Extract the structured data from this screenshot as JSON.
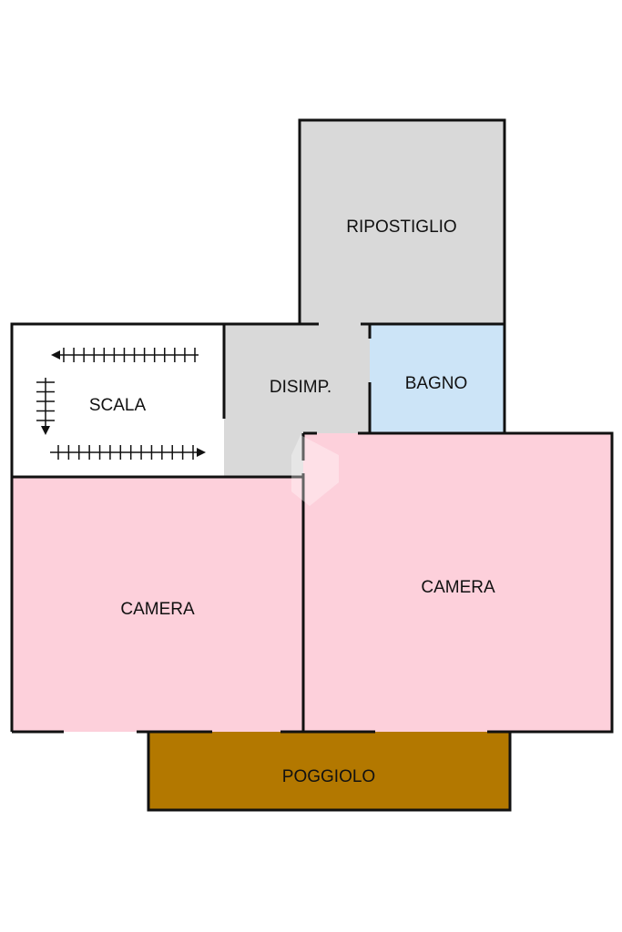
{
  "rooms": {
    "ripostiglio": {
      "label": "RIPOSTIGLIO",
      "color": "#d9d9d9"
    },
    "disimpegno": {
      "label": "DISIMP.",
      "color": "#d9d9d9"
    },
    "bagno": {
      "label": "BAGNO",
      "color": "#cce4f7"
    },
    "scala": {
      "label": "SCALA",
      "color": "#ffffff"
    },
    "camera_left": {
      "label": "CAMERA",
      "color": "#fdd0db"
    },
    "camera_right": {
      "label": "CAMERA",
      "color": "#fdd0db"
    },
    "poggiolo": {
      "label": "POGGIOLO",
      "color": "#b37800"
    }
  },
  "wall_color": "#111111"
}
